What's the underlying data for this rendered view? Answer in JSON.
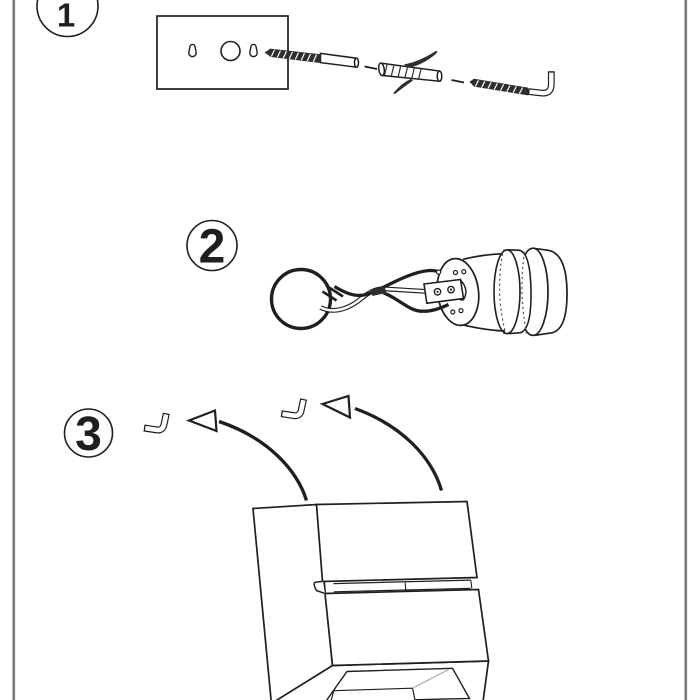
{
  "document": {
    "kind": "wall-lamp-assembly-instructions"
  },
  "steps": [
    {
      "label": "1",
      "parts": [
        "mounting-plate",
        "keyhole-slots",
        "center-hole",
        "mounting-screw",
        "wall-anchor",
        "hook-screw"
      ]
    },
    {
      "label": "2",
      "parts": [
        "wire-coil",
        "twisted-wires",
        "terminal-block",
        "lamp-socket"
      ]
    },
    {
      "label": "3",
      "parts": [
        "hook-left",
        "hook-right",
        "insert-arrow-left",
        "insert-arrow-right",
        "lamp-body-cube"
      ]
    }
  ],
  "colors": {
    "line": "#1f1f1f",
    "background": "#ffffff",
    "frame_bar": "#7b7b7b",
    "hardware_dark": "#2e2e2e",
    "shade_gray": "#b0b0b0"
  }
}
